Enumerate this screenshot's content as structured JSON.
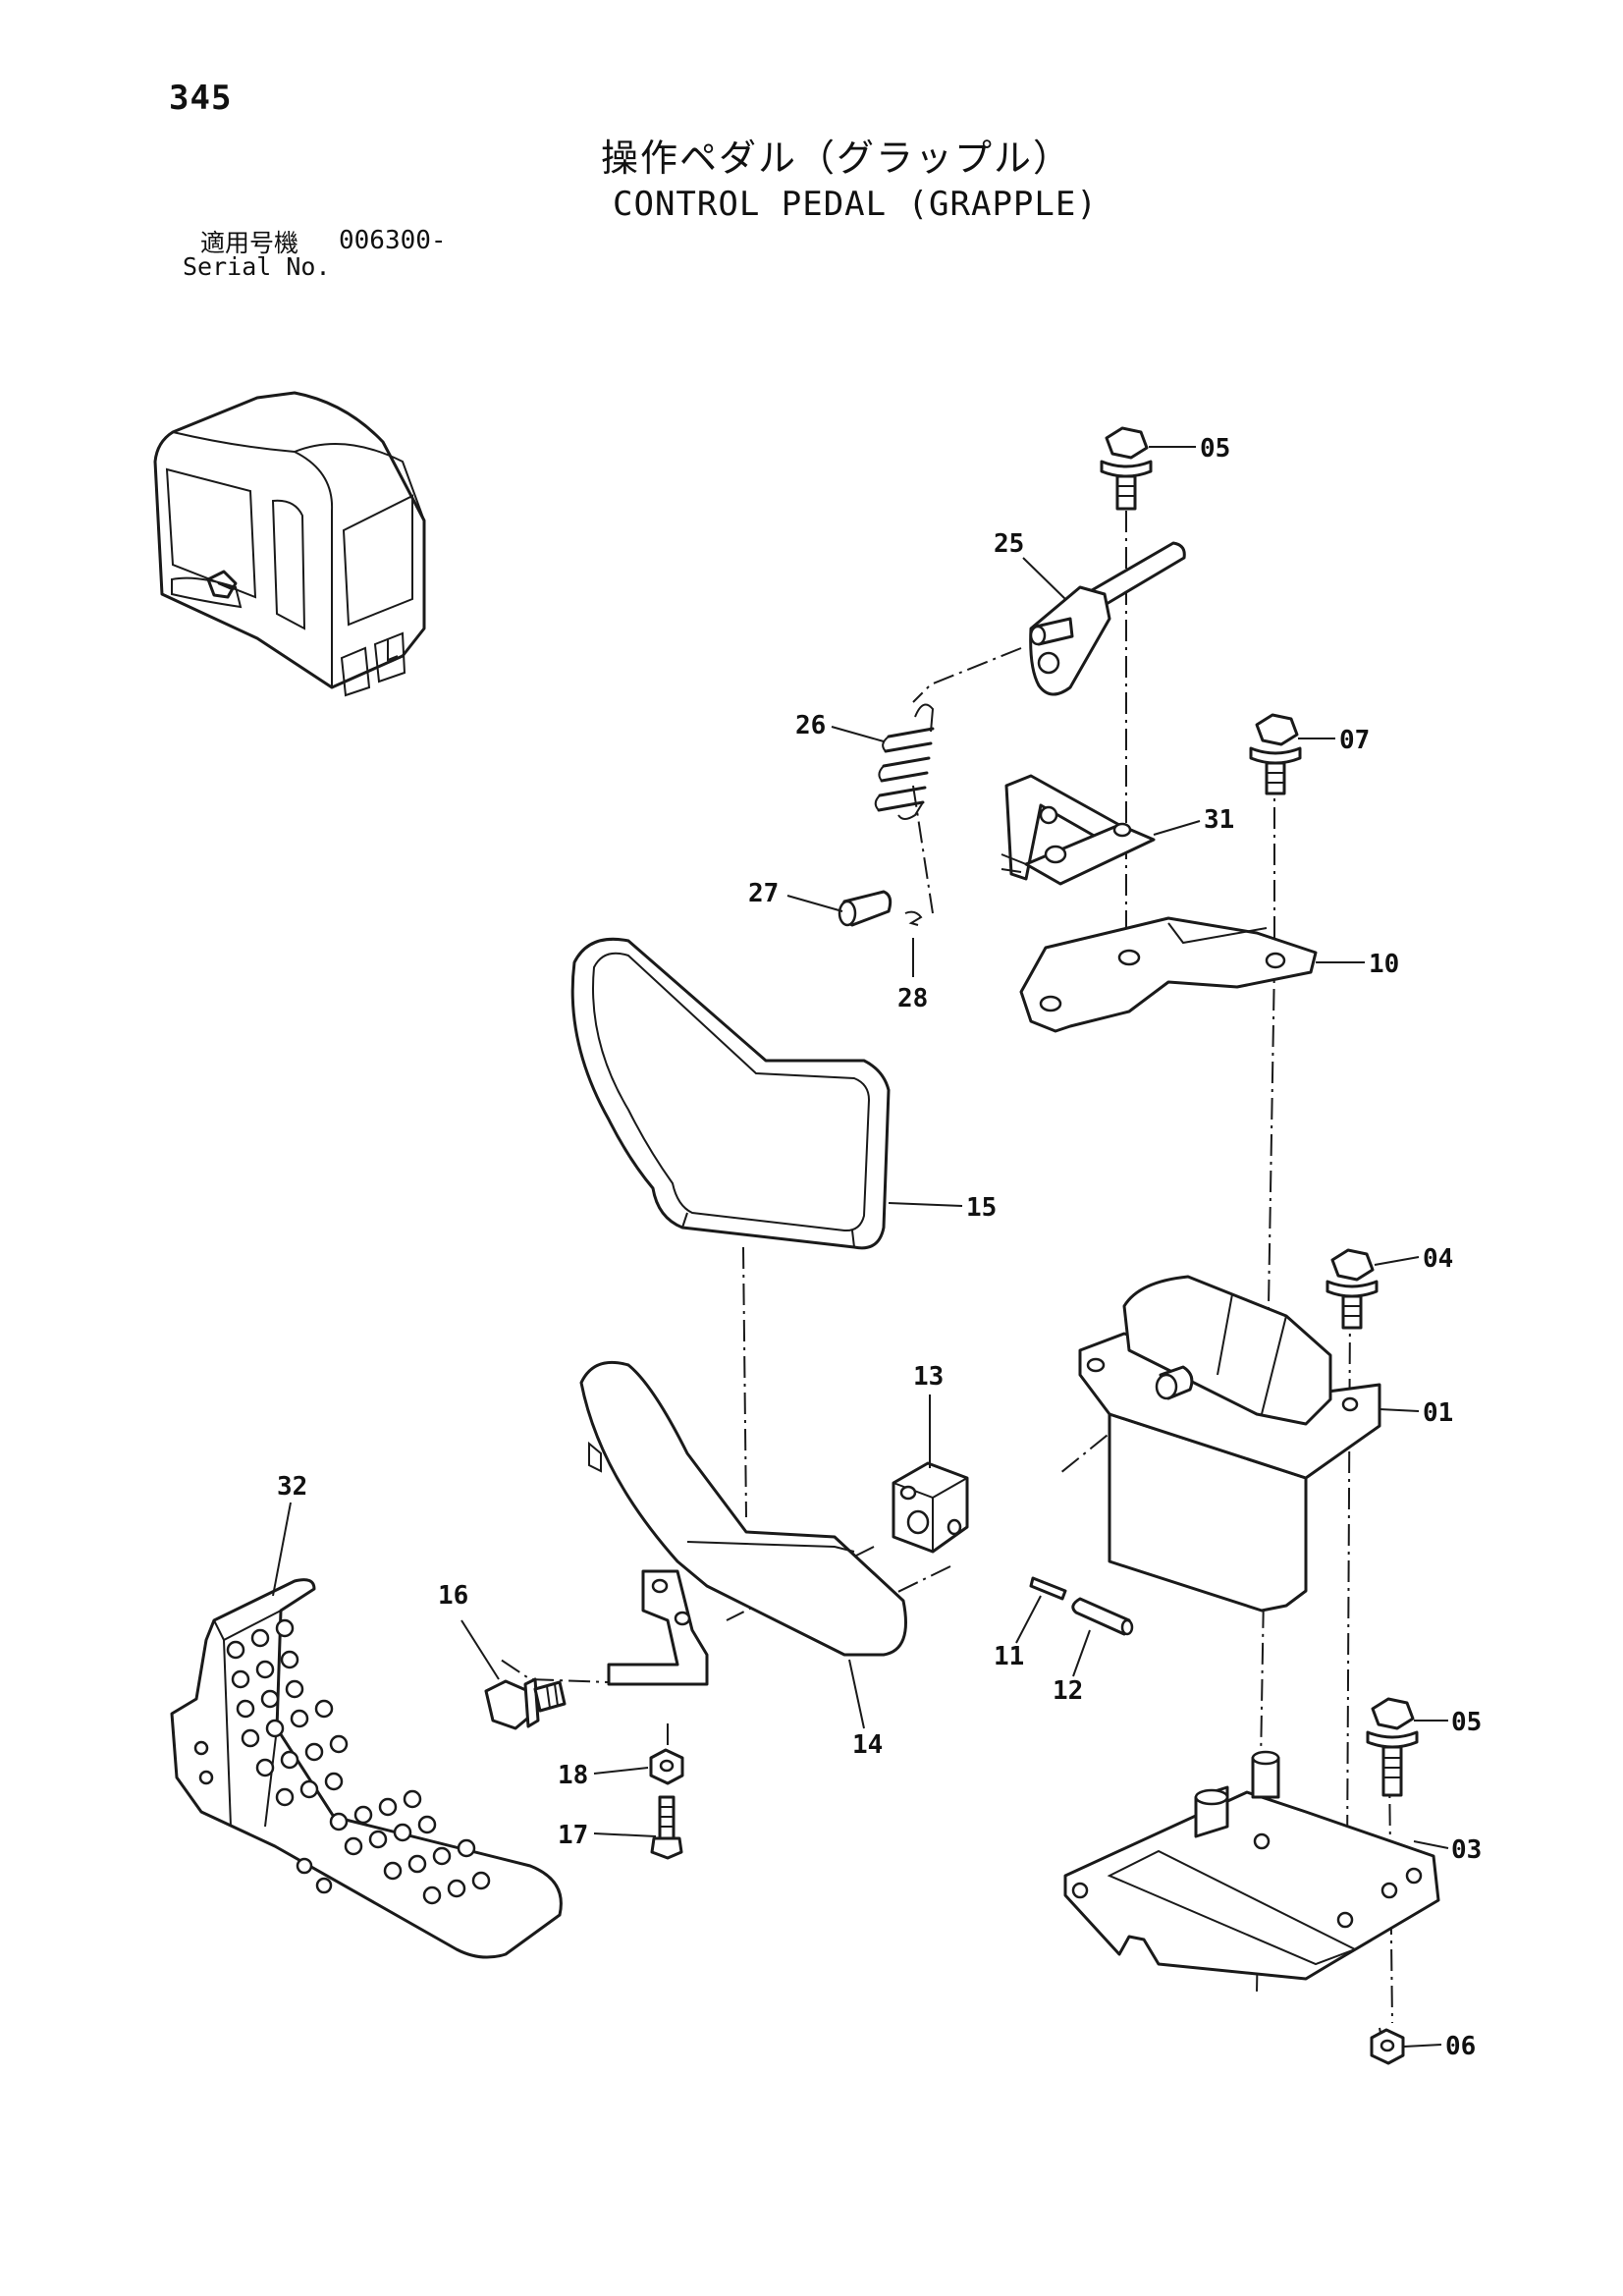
{
  "header": {
    "page_number": "345",
    "title_ja": "操作ペダル（グラップル）",
    "title_en": "CONTROL PEDAL (GRAPPLE)",
    "serial_label_ja": "適用号機",
    "serial_value": "006300-",
    "serial_label_en": "Serial No."
  },
  "diagram": {
    "locator_icon": "cab-locator-icon",
    "callouts": {
      "c05a": "05",
      "c25": "25",
      "c07": "07",
      "c26": "26",
      "c31": "31",
      "c27": "27",
      "c28": "28",
      "c10": "10",
      "c15": "15",
      "c04": "04",
      "c13": "13",
      "c01": "01",
      "c32": "32",
      "c16": "16",
      "c11": "11",
      "c12": "12",
      "c14": "14",
      "c05b": "05",
      "c18": "18",
      "c17": "17",
      "c03": "03",
      "c06": "06"
    }
  }
}
